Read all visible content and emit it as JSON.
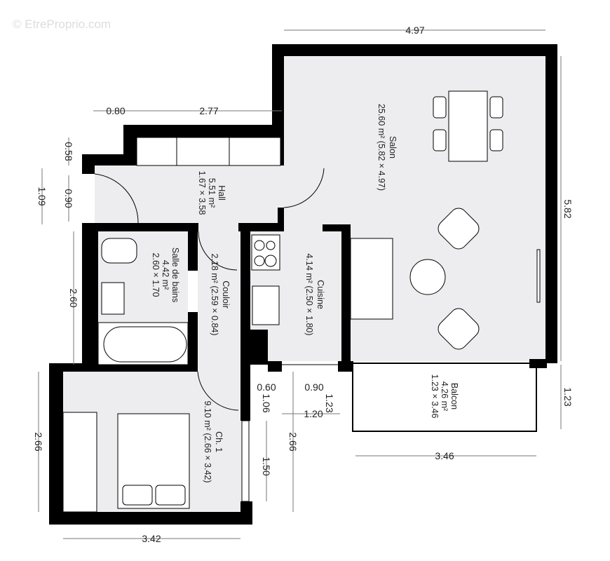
{
  "watermark": "© EtreProprio.com",
  "rooms": [
    {
      "name": "Salon",
      "area": "25.60 m² (5.82 × 4.97)"
    },
    {
      "name": "Hall",
      "area": "5.51 m²",
      "size": "1.67 × 3.58"
    },
    {
      "name": "Salle de bains",
      "area": "4.42 m²",
      "size": "2.60 × 1.70"
    },
    {
      "name": "Couloir",
      "area": "2.18 m² (2.59 × 0.84)"
    },
    {
      "name": "Cuisine",
      "area": "4.14 m² (2.50 × 1.80)"
    },
    {
      "name": "Balcon",
      "area": "4.26 m²",
      "size": "1.23 × 3.46"
    },
    {
      "name": "Ch. 1",
      "area": "9.10 m² (2.66 × 3.42)"
    }
  ],
  "dimensions": {
    "salon_width": "4.97",
    "salon_height": "5.82",
    "hall_step": "0.80",
    "hall_top": "2.77",
    "hall_step_h": "0.58",
    "entry_total": "1.09",
    "entry_door": "0.90",
    "bath_h": "2.60",
    "wall_a": "0.60",
    "wall_b": "0.90",
    "wall_c": "1.06",
    "wall_d": "1.23",
    "wall_e": "1.20",
    "balcon_h": "1.23",
    "balcon_w": "3.46",
    "ch_h": "2.66",
    "ch_h2": "2.66",
    "ch_window": "1.50",
    "ch_w": "3.42"
  },
  "colors": {
    "wall": "#000000",
    "floor": "#ededef",
    "dimension": "#777777"
  }
}
